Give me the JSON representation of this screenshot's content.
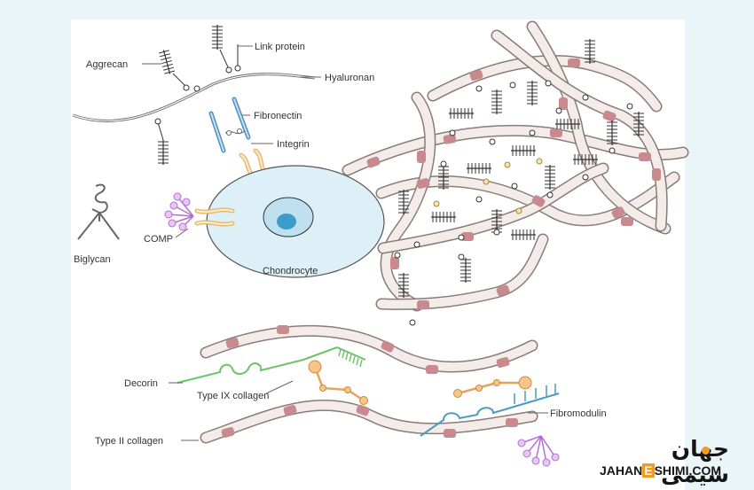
{
  "labels": {
    "aggrecan": "Aggrecan",
    "link_protein": "Link protein",
    "hyaluronan": "Hyaluronan",
    "fibronectin": "Fibronectin",
    "integrin": "Integrin",
    "biglycan": "Biglycan",
    "comp": "COMP",
    "chondrocyte": "Chondrocyte",
    "decorin": "Decorin",
    "type_ix_collagen": "Type IX collagen",
    "fibromodulin": "Fibromodulin",
    "type_ii_collagen": "Type II collagen"
  },
  "logo": {
    "persian": "جهان شیمی",
    "english_a": "JAHAN",
    "english_e": "E",
    "english_b": "SHIMI.COM"
  },
  "colors": {
    "background": "#e9f5f9",
    "fibril": "#f3ece8",
    "fibril_band": "#c98a8f",
    "decorin": "#6cc46a",
    "fibronectin": "#4f8fc1",
    "integrin": "#e8b96a",
    "comp": "#b56fd0",
    "fibromodulin": "#4a9bbf",
    "logo_accent": "#f39a1f"
  }
}
